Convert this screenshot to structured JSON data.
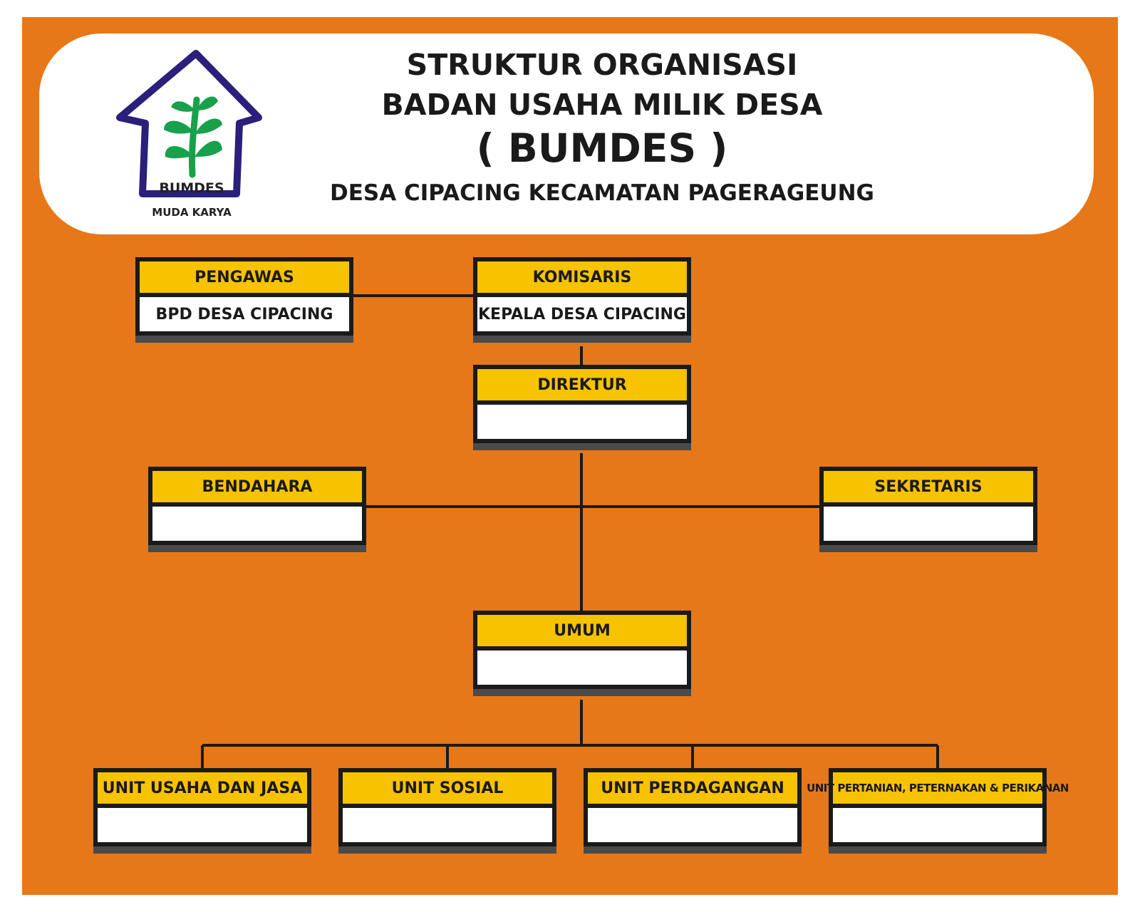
{
  "header": {
    "title_line1": "STRUKTUR ORGANISASI",
    "title_line2": "BADAN USAHA MILIK DESA",
    "title_line3": "( BUMDES )",
    "title_line4": "DESA CIPACING KECAMATAN PAGERAGEUNG"
  },
  "logo": {
    "name": "BUMDES",
    "subtitle": "MUDA KARYA",
    "icon": "house-tree-icon",
    "colors": {
      "house": "#2a1f7a",
      "leaves": "#18a04a"
    }
  },
  "colors": {
    "background": "#e67819",
    "box_header": "#f7c200",
    "box_body": "#ffffff",
    "lines": "#1a1a1a"
  },
  "nodes": {
    "pengawas": {
      "title": "PENGAWAS",
      "value": "BPD DESA CIPACING"
    },
    "komisaris": {
      "title": "KOMISARIS",
      "value": "KEPALA DESA CIPACING"
    },
    "direktur": {
      "title": "DIREKTUR",
      "value": ""
    },
    "bendahara": {
      "title": "BENDAHARA",
      "value": ""
    },
    "sekretaris": {
      "title": "SEKRETARIS",
      "value": ""
    },
    "umum": {
      "title": "UMUM",
      "value": ""
    },
    "unit_usaha_jasa": {
      "title": "UNIT USAHA DAN JASA",
      "value": ""
    },
    "unit_sosial": {
      "title": "UNIT SOSIAL",
      "value": ""
    },
    "unit_perdagangan": {
      "title": "UNIT PERDAGANGAN",
      "value": ""
    },
    "unit_pertanian": {
      "title": "UNIT PERTANIAN, PETERNAKAN & PERIKANAN",
      "value": ""
    }
  }
}
